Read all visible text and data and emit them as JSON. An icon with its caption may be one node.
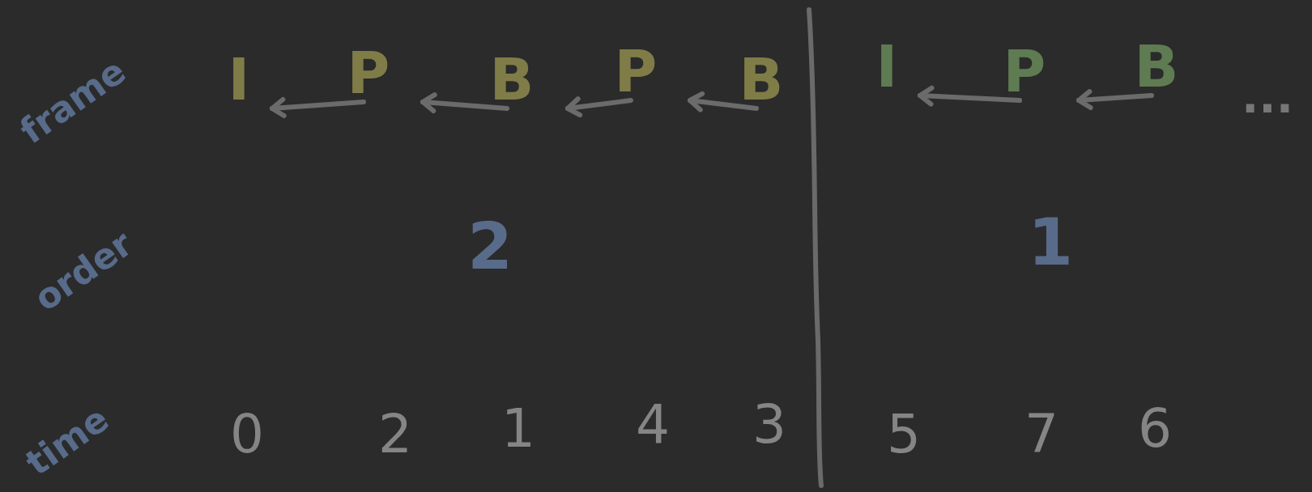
{
  "diagram": {
    "nodes": [
      {
        "text": [
          "I"
        ]
      },
      {
        "text": [
          "P"
        ]
      },
      {
        "text": [
          "B"
        ]
      },
      {
        "text": [
          "P"
        ]
      },
      {
        "text": [
          "B"
        ]
      },
      {
        "text": [
          "I"
        ]
      },
      {
        "text": [
          "P"
        ]
      },
      {
        "text": [
          "B"
        ]
      }
    ],
    "edges": [
      {
        "from": 1,
        "to": 0,
        "arrow": "to"
      },
      {
        "from": 2,
        "to": 1,
        "arrow": "to"
      },
      {
        "from": 3,
        "to": 2,
        "arrow": "to"
      },
      {
        "from": 4,
        "to": 3,
        "arrow": "to"
      },
      {
        "from": 6,
        "to": 5,
        "arrow": "to"
      },
      {
        "from": 7,
        "to": 6,
        "arrow": "to"
      }
    ],
    "labels": [
      "frame",
      "...",
      "order",
      "2",
      "1",
      "time",
      "0",
      "2",
      "1",
      "4",
      "3",
      "5",
      "7",
      "6"
    ]
  }
}
